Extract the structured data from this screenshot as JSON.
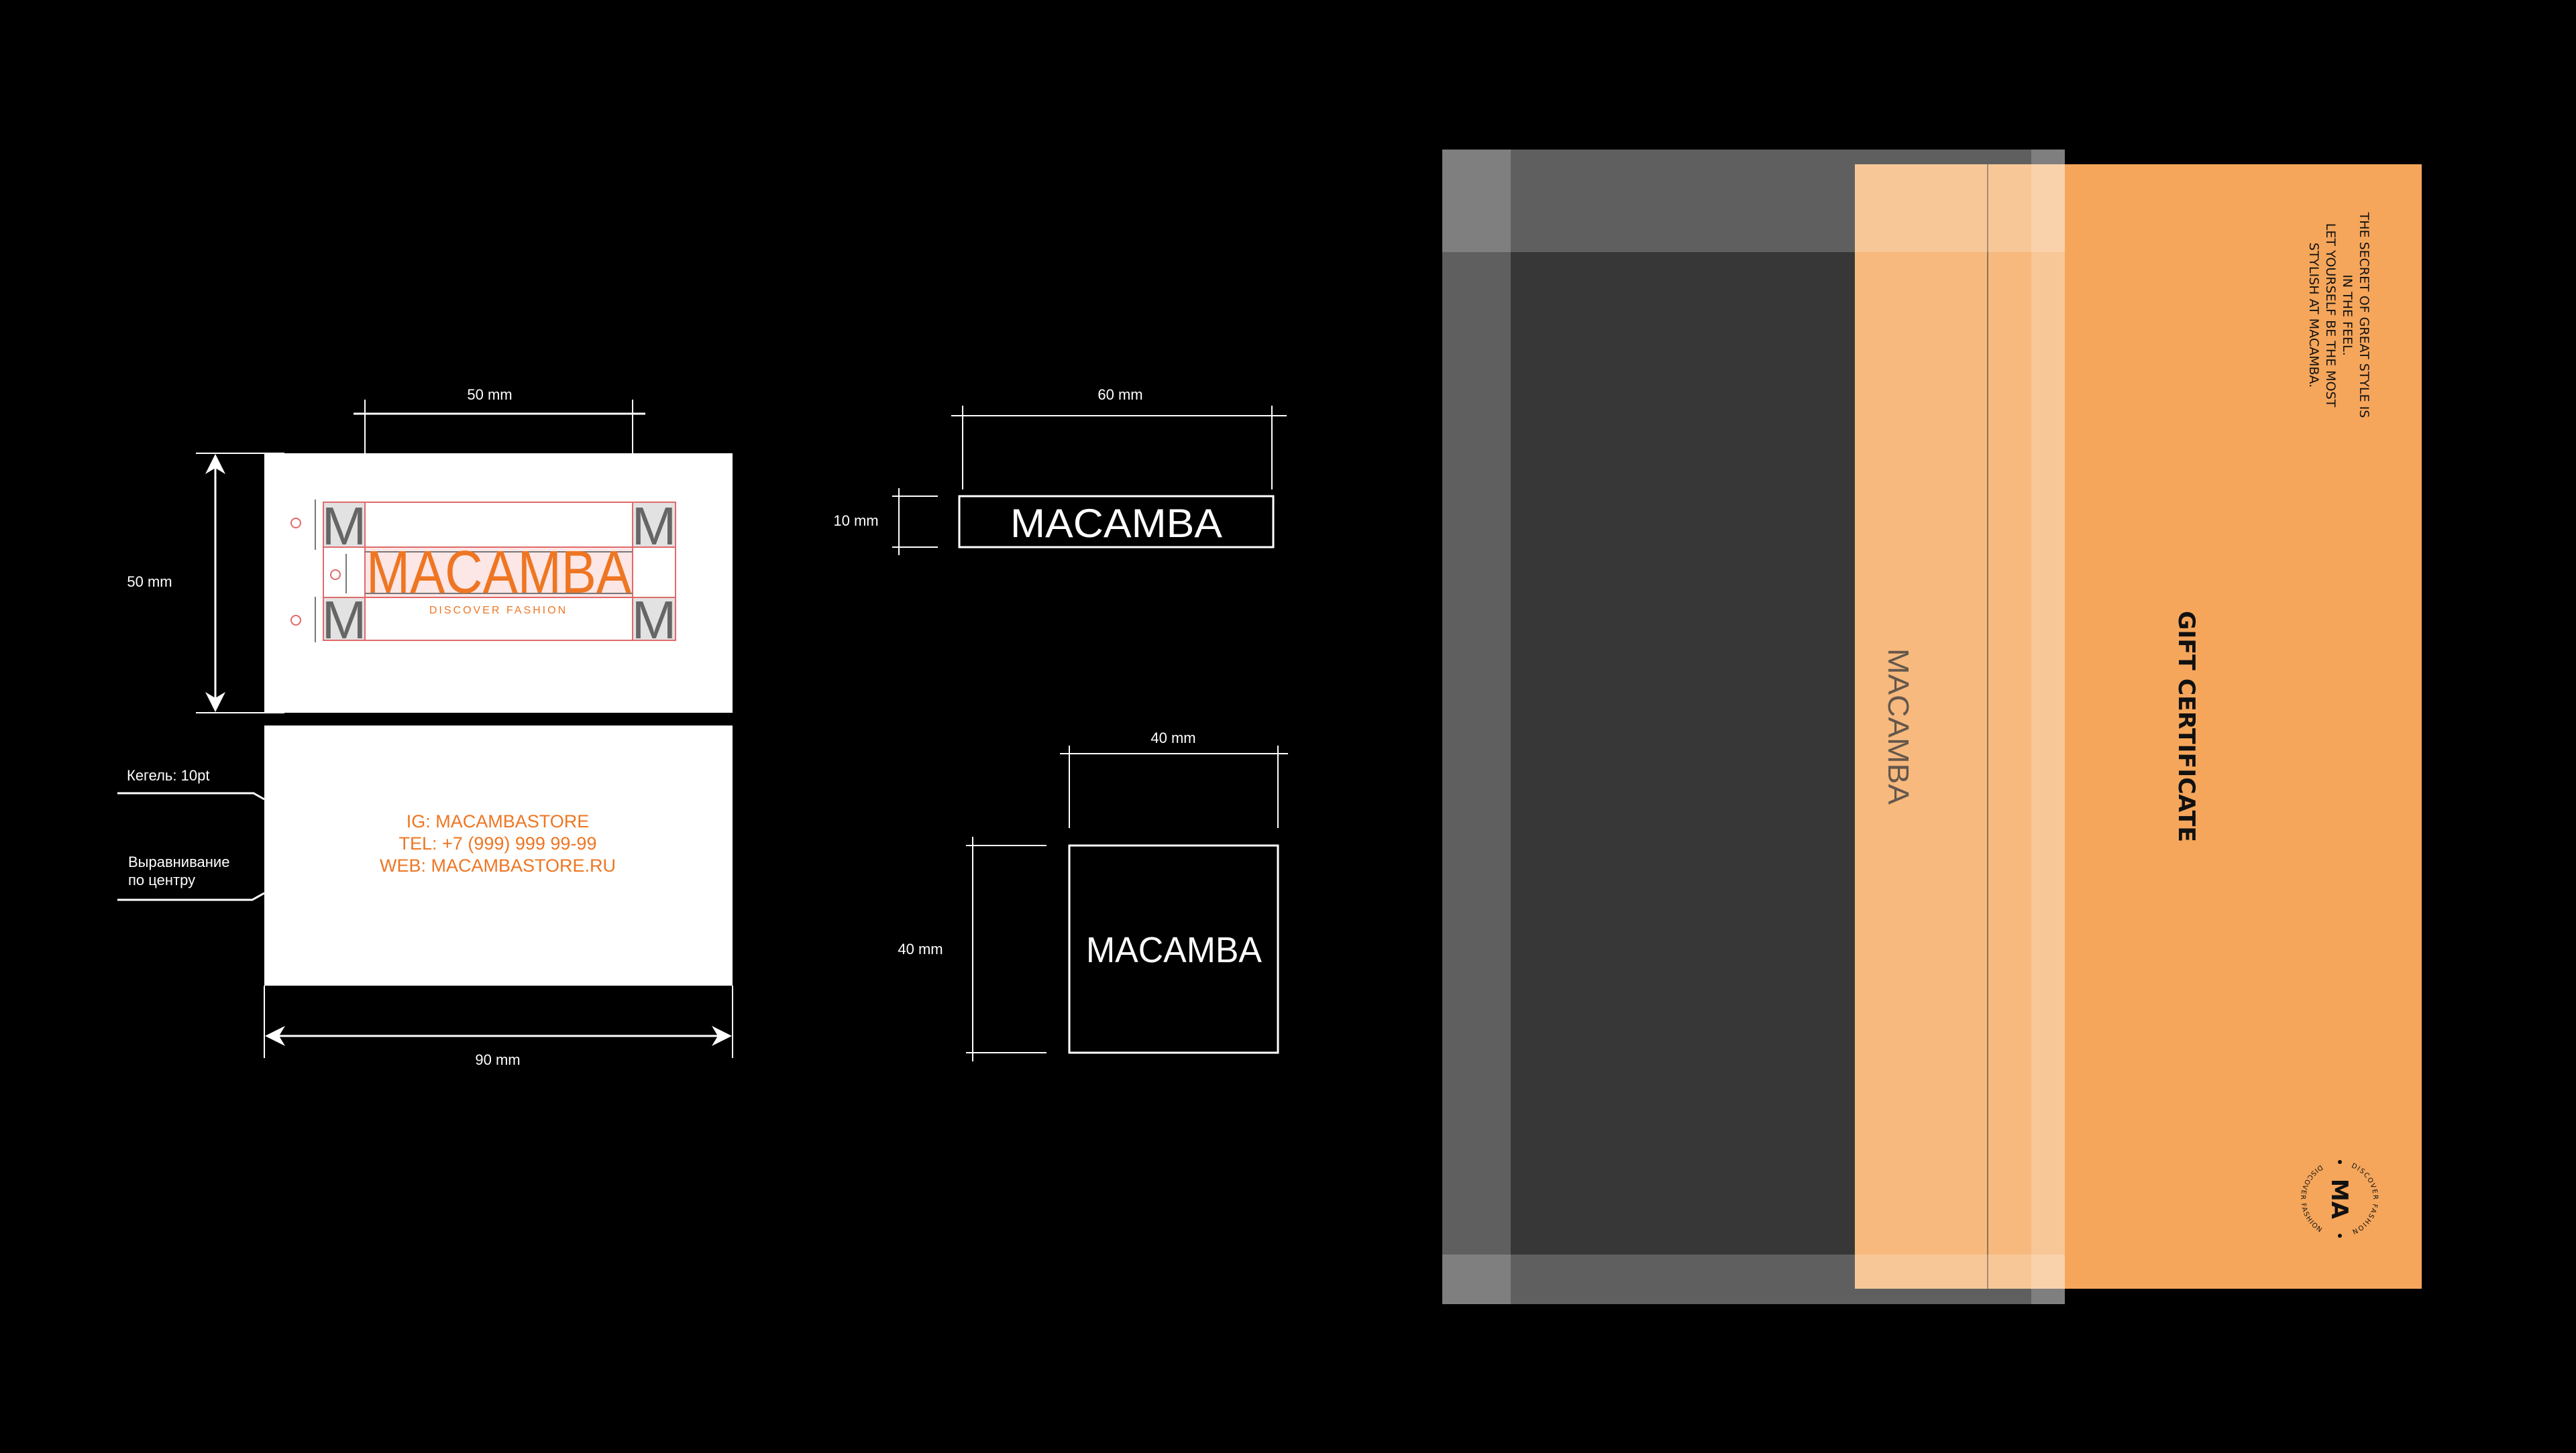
{
  "business_card": {
    "front": {
      "logo": "MACAMBA",
      "tagline": "DISCOVER FASHION",
      "guide_letter": "M",
      "width_dim": "50 mm",
      "height_dim": "50 mm"
    },
    "back": {
      "contacts": [
        "IG: MACAMBASTORE",
        "TEL: +7 (999) 999 99-99",
        "WEB: MACAMBASTORE.RU"
      ],
      "note_size": "Кегель: 10pt",
      "note_align": [
        "Выравнивание",
        "по центру"
      ],
      "width_dim": "90 mm"
    }
  },
  "tag": {
    "logo": "MACAMBA",
    "width_dim": "60 mm",
    "height_dim": "10 mm"
  },
  "square": {
    "logo": "MACAMBA",
    "width_dim": "40 mm",
    "height_dim": "40 mm"
  },
  "gift": {
    "flap_logo": "MACAMBA",
    "title": "GIFT CERTIFICATE",
    "quote": [
      "THE SECRET OF GREAT STYLE IS",
      "IN THE FEEL.",
      "LET YOURSELF BE THE MOST",
      "STYLISH AT MACAMBA."
    ],
    "seal_text": "DISCOVER FASHION",
    "seal_monogram": "MA"
  },
  "colors": {
    "brand_orange": "#ee7623",
    "card_orange": "#f5a65b",
    "background": "#000000"
  }
}
